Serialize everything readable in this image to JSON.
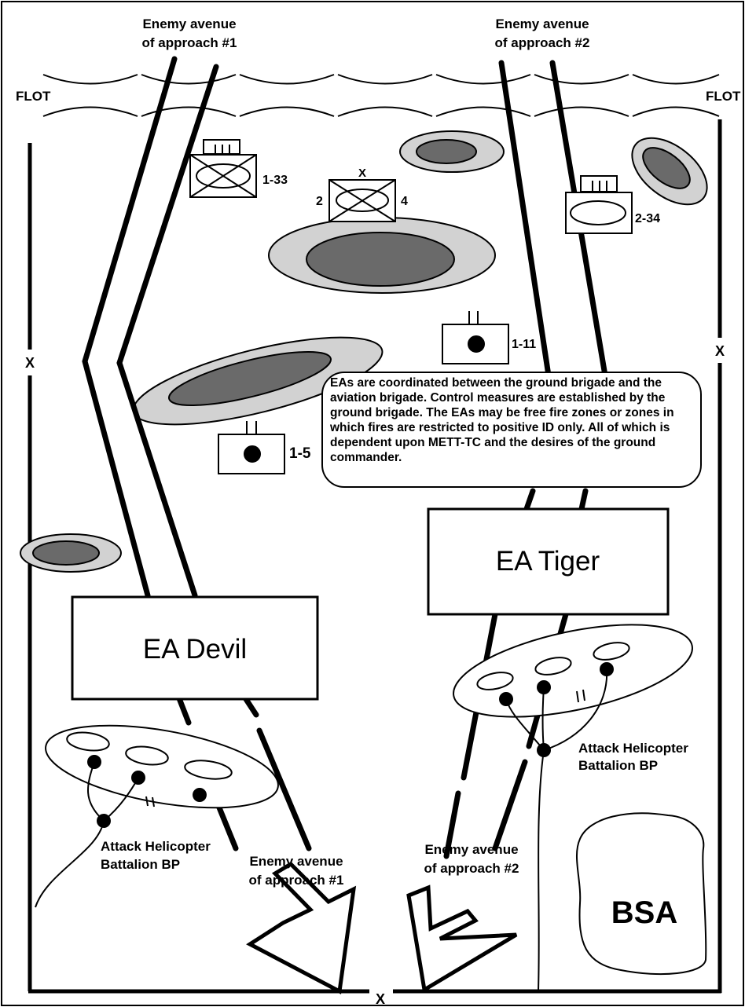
{
  "labels": {
    "enemy_avenue_1_top_line1": "Enemy avenue",
    "enemy_avenue_1_top_line2": "of approach #1",
    "enemy_avenue_2_top_line1": "Enemy avenue",
    "enemy_avenue_2_top_line2": "of approach #2",
    "enemy_avenue_1_bottom_line1": "Enemy avenue",
    "enemy_avenue_1_bottom_line2": "of approach #1",
    "enemy_avenue_2_bottom_line1": "Enemy avenue",
    "enemy_avenue_2_bottom_line2": "of approach #2",
    "flot_left": "FLOT",
    "flot_right": "FLOT",
    "boundary_left": "X",
    "boundary_right": "X",
    "boundary_bottom": "X",
    "unit_1_33": "1-33",
    "unit_2_34": "2-34",
    "unit_1_11": "1-11",
    "unit_1_5": "1-5",
    "brigade_left": "2",
    "brigade_right": "4",
    "brigade_echelon": "X",
    "ea_devil": "EA Devil",
    "ea_tiger": "EA Tiger",
    "bp_left_line1": "Attack Helicopter",
    "bp_left_line2": "Battalion BP",
    "bp_right_line1": "Attack Helicopter",
    "bp_right_line2": "Battalion BP",
    "bsa": "BSA"
  },
  "note": "EAs are coordinated between the ground brigade and the aviation brigade. Control measures are established by the ground brigade. The EAs may be free fire zones or zones in which fires are restricted to positive ID only.  All of which is dependent upon METT-TC and the desires of the ground commander.",
  "colors": {
    "terrain_outer": "#d2d2d2",
    "terrain_inner": "#6a6a6a",
    "ink": "#000000"
  }
}
